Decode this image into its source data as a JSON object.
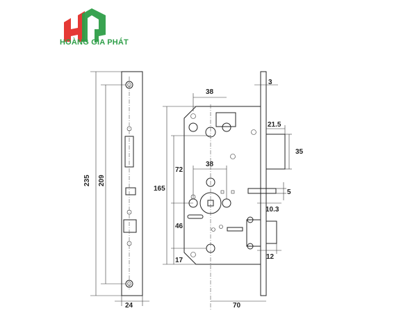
{
  "brand": {
    "name": "HOÀNG GIA PHÁT",
    "logo_letters": "HG",
    "colors": {
      "red": "#e53935",
      "green": "#2e9e48"
    }
  },
  "dimensions": {
    "faceplate_length": "235",
    "screw_spacing": "209",
    "faceplate_width": "24",
    "backset": "70",
    "body_height": "165",
    "top_spacing": "38",
    "mid_spacing": "38",
    "faceplate_thickness": "3",
    "deadbolt_throw": "21.5",
    "deadbolt_height": "35",
    "cylinder_to_handle": "72",
    "handle_to_lower": "46",
    "bottom_offset": "17",
    "latch_slot": "5",
    "latch_offset": "10.3",
    "latch_throw": "12"
  }
}
